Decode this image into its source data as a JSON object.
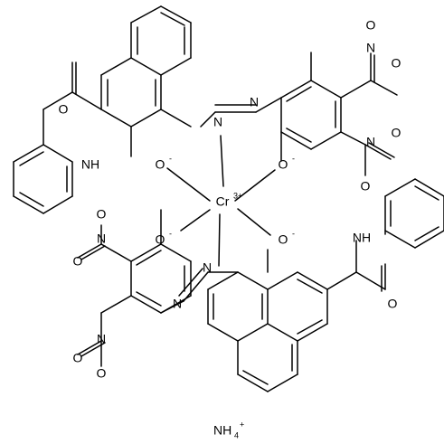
{
  "molecule": {
    "metal": {
      "symbol": "Cr",
      "charge": "3+"
    },
    "counterion": {
      "label": "NH",
      "subscript": "4",
      "charge": "+"
    },
    "atoms": {
      "oxygen": "O",
      "oxide_charge": "-",
      "nitrogen": "N",
      "amide_nh": "NH",
      "hydrogen": "H"
    }
  }
}
